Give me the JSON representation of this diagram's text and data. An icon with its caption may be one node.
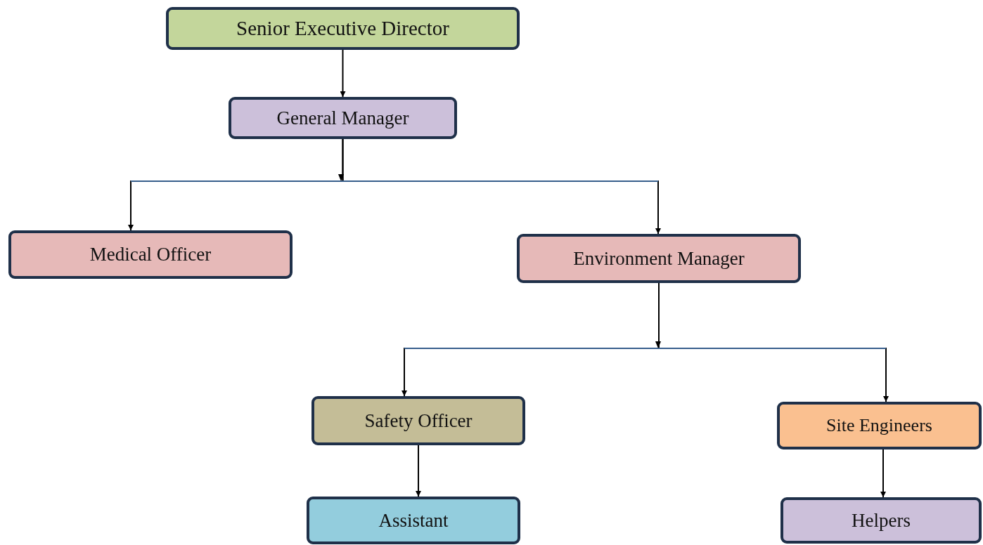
{
  "diagram": {
    "nodes": [
      {
        "text": [
          "Senior Executive Director"
        ]
      },
      {
        "text": [
          "General Manager"
        ]
      },
      {
        "text": [
          "Medical Officer"
        ]
      },
      {
        "text": [
          "Environment Manager"
        ]
      },
      {
        "text": [
          "Safety Officer"
        ]
      },
      {
        "text": [
          "Site Engineers"
        ]
      },
      {
        "text": [
          "Assistant"
        ]
      },
      {
        "text": [
          "Helpers"
        ]
      }
    ],
    "edges": [
      {
        "from": 0,
        "to": 1,
        "arrow": "to"
      },
      {
        "from": 1,
        "to": 2,
        "arrow": "to"
      },
      {
        "from": 1,
        "to": 3,
        "arrow": "to"
      },
      {
        "from": 3,
        "to": 4,
        "arrow": "to"
      },
      {
        "from": 3,
        "to": 5,
        "arrow": "to"
      },
      {
        "from": 4,
        "to": 6,
        "arrow": "to"
      },
      {
        "from": 5,
        "to": 7,
        "arrow": "to"
      }
    ]
  }
}
